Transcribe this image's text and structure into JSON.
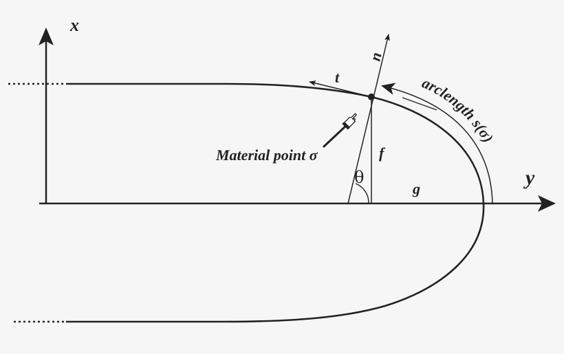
{
  "figure": {
    "background": "#f6f6f6",
    "stroke_color": "#222222",
    "labels": {
      "x_axis": "x",
      "y_axis": "y",
      "tangent": "t",
      "normal": "n",
      "arclength": "arclength s(σ)",
      "material_point": "Material point σ",
      "f": "f",
      "g": "g",
      "theta": "θ"
    },
    "icons": {
      "pointer": "pointing-hand-icon"
    }
  }
}
